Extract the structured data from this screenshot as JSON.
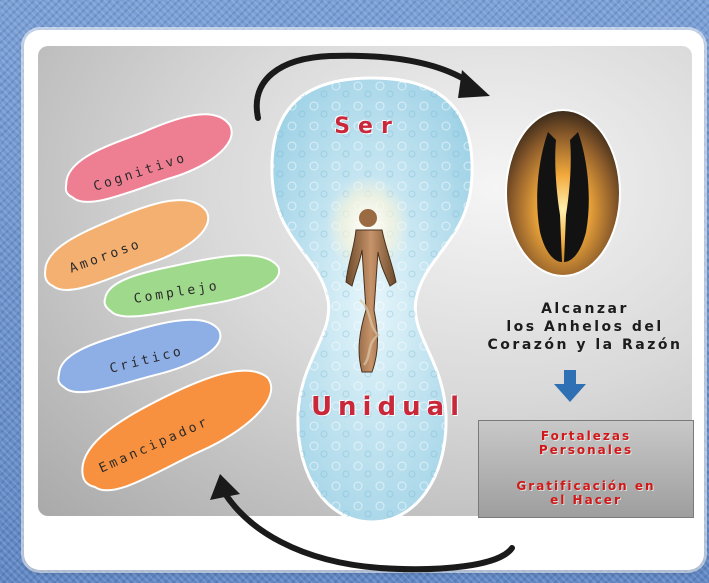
{
  "diagram": {
    "center": {
      "top_label": "Ser",
      "bottom_label": "Unidual"
    },
    "petals": [
      {
        "label": "Cognitivo",
        "color": "#ee7f93"
      },
      {
        "label": "Amoroso",
        "color": "#f4b071"
      },
      {
        "label": "Complejo",
        "color": "#9fd98c"
      },
      {
        "label": "Crítico",
        "color": "#8eaee6"
      },
      {
        "label": "Emancipador",
        "color": "#f7913f"
      }
    ],
    "goal_lines": [
      "Alcanzar",
      "los Anhelos del",
      "Corazón y la Razón"
    ],
    "strengths": [
      {
        "lines": [
          "Fortalezas",
          "Personales"
        ]
      },
      {
        "lines": [
          "Gratificación en",
          "el Hacer"
        ]
      }
    ],
    "colors": {
      "label_red": "#c8283a",
      "arrow_blue": "#2f6fb4",
      "drop_fill": "#bfe2f0"
    }
  }
}
